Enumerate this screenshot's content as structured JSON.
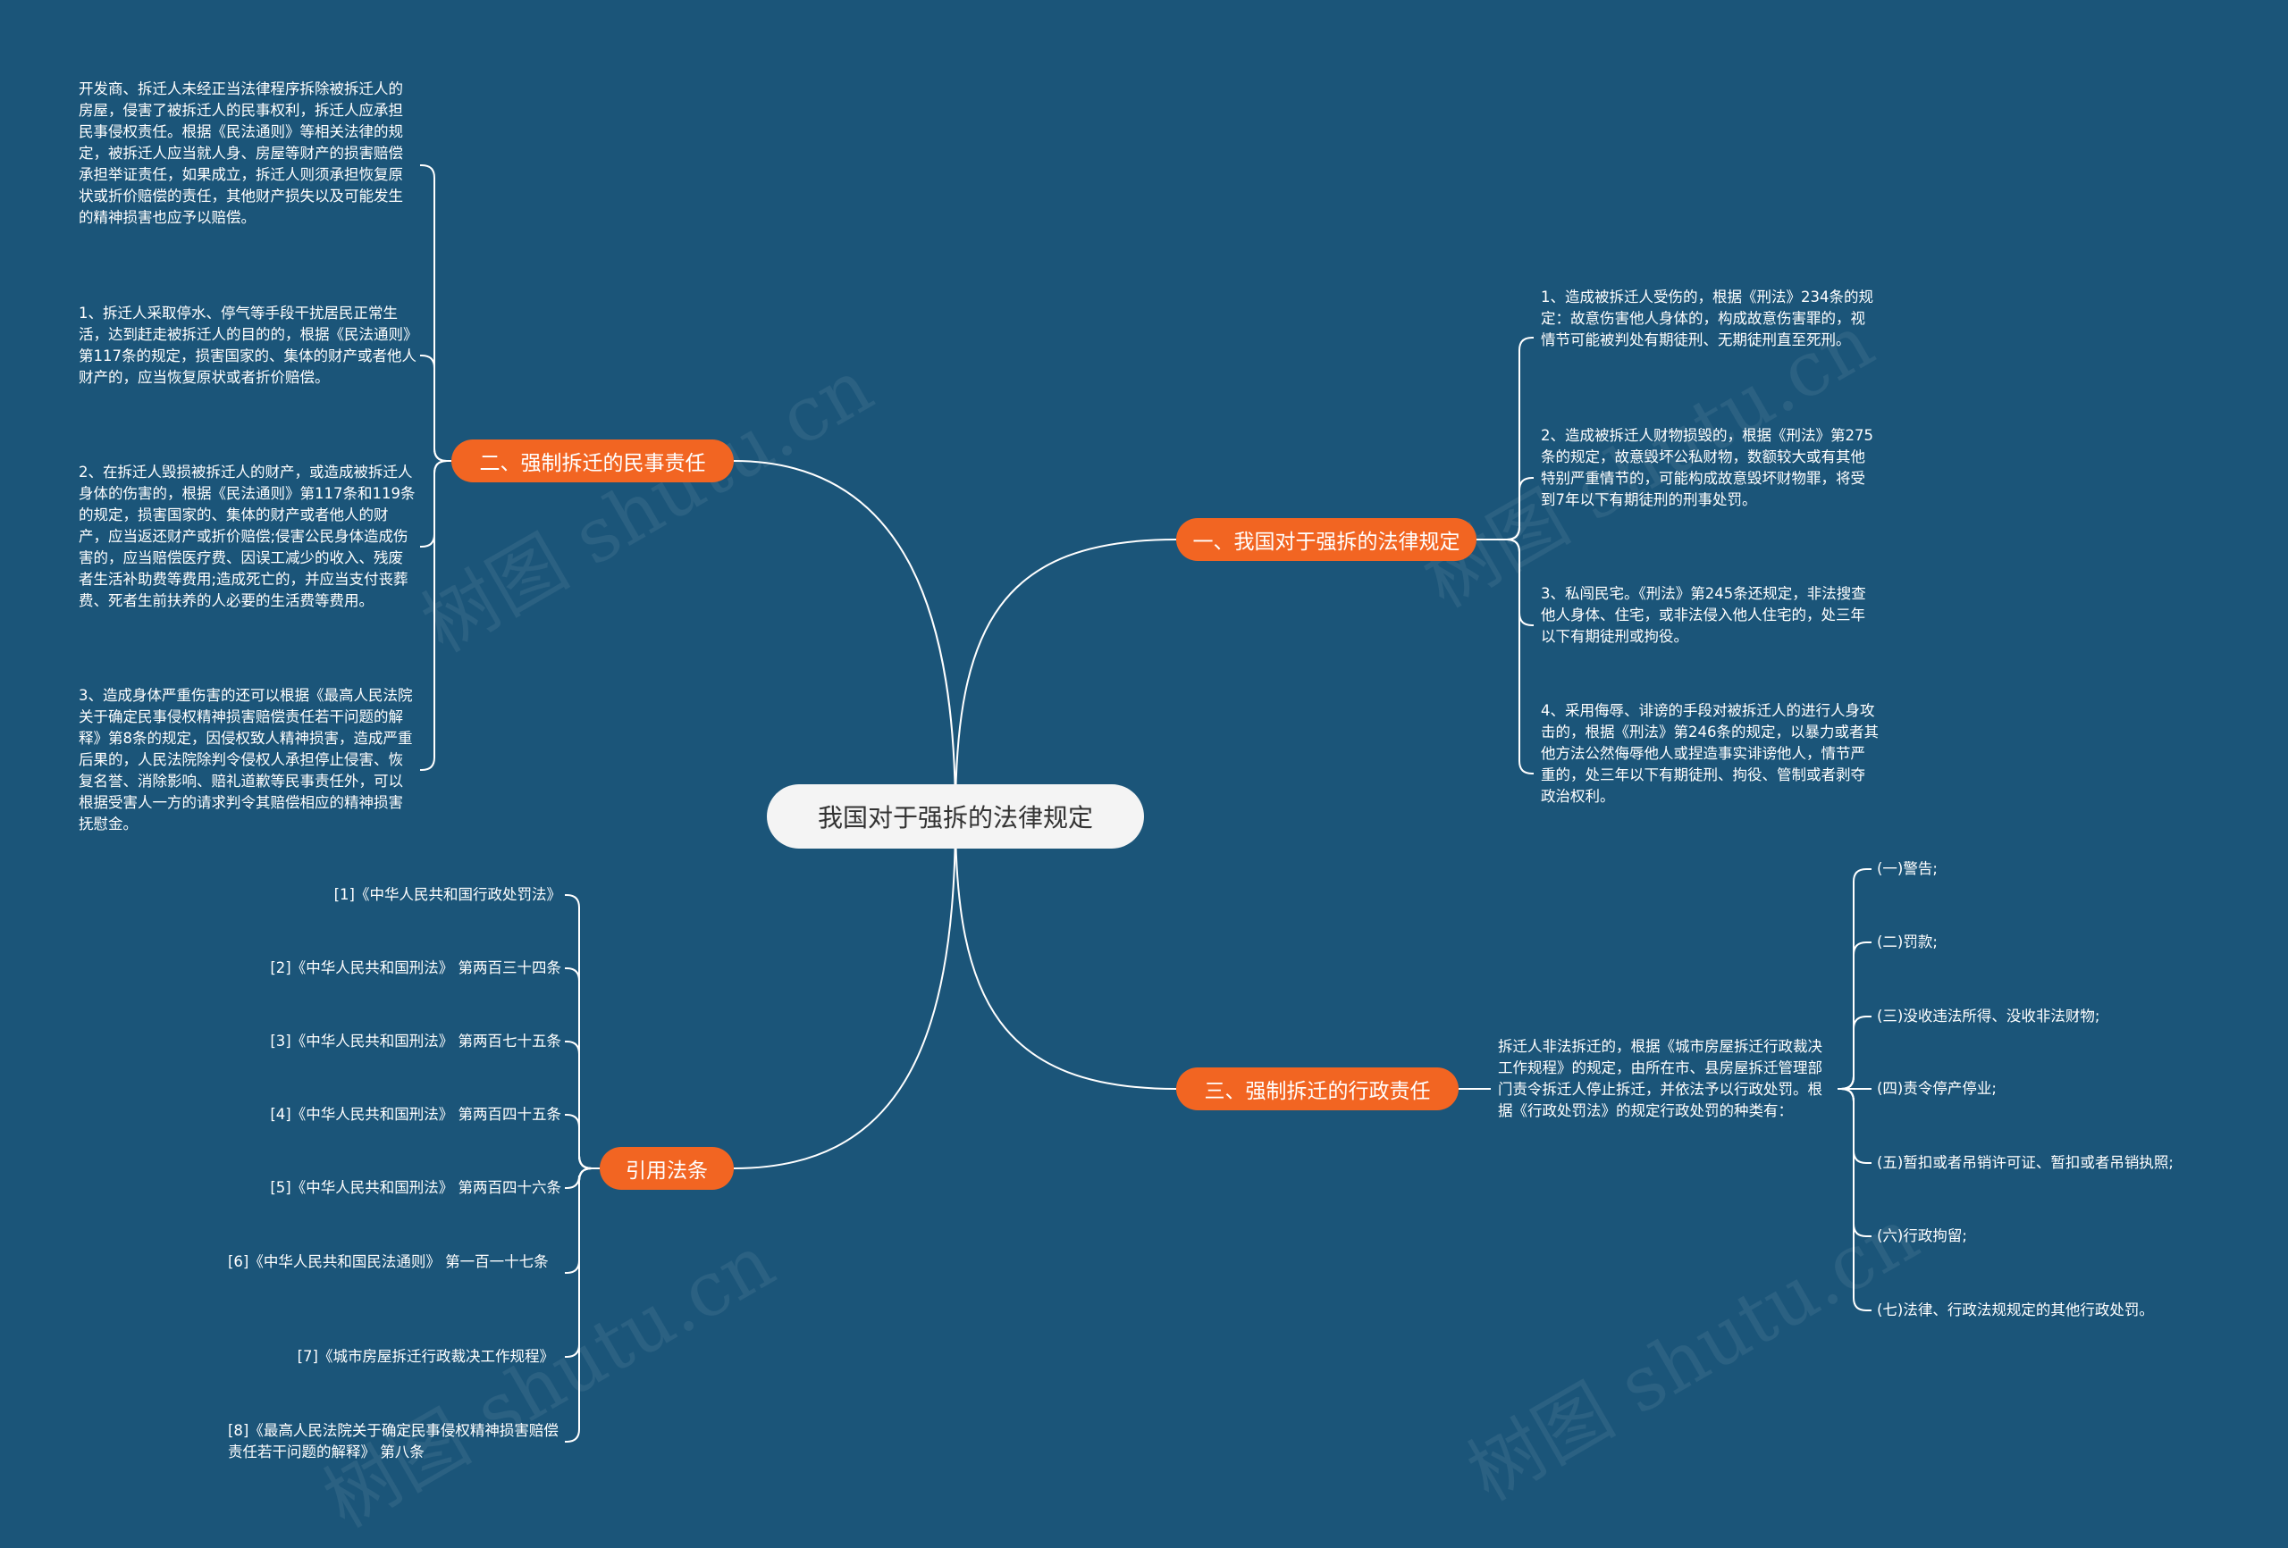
{
  "root": {
    "title": "我国对于强拆的法律规定"
  },
  "branches": {
    "legal": {
      "label": "一、我国对于强拆的法律规定",
      "items": [
        "1、造成被拆迁人受伤的，根据《刑法》234条的规定：故意伤害他人身体的，构成故意伤害罪的，视情节可能被判处有期徒刑、无期徒刑直至死刑。",
        "2、造成被拆迁人财物损毁的，根据《刑法》第275条的规定，故意毁坏公私财物，数额较大或有其他特别严重情节的，可能构成故意毁坏财物罪，将受到7年以下有期徒刑的刑事处罚。",
        "3、私闯民宅。《刑法》第245条还规定，非法搜查他人身体、住宅，或非法侵入他人住宅的，处三年以下有期徒刑或拘役。",
        "4、采用侮辱、诽谤的手段对被拆迁人的进行人身攻击的，根据《刑法》第246条的规定，以暴力或者其他方法公然侮辱他人或捏造事实诽谤他人，情节严重的，处三年以下有期徒刑、拘役、管制或者剥夺政治权利。"
      ]
    },
    "civil": {
      "label": "二、强制拆迁的民事责任",
      "items": [
        "开发商、拆迁人未经正当法律程序拆除被拆迁人的房屋，侵害了被拆迁人的民事权利，拆迁人应承担民事侵权责任。根据《民法通则》等相关法律的规定，被拆迁人应当就人身、房屋等财产的损害赔偿承担举证责任，如果成立，拆迁人则须承担恢复原状或折价赔偿的责任，其他财产损失以及可能发生的精神损害也应予以赔偿。",
        "1、拆迁人采取停水、停气等手段干扰居民正常生活，达到赶走被拆迁人的目的的，根据《民法通则》第117条的规定，损害国家的、集体的财产或者他人财产的，应当恢复原状或者折价赔偿。",
        "2、在拆迁人毁损被拆迁人的财产，或造成被拆迁人身体的伤害的，根据《民法通则》第117条和119条的规定，损害国家的、集体的财产或者他人的财产，应当返还财产或折价赔偿;侵害公民身体造成伤害的，应当赔偿医疗费、因误工减少的收入、残废者生活补助费等费用;造成死亡的，并应当支付丧葬费、死者生前扶养的人必要的生活费等费用。",
        "3、造成身体严重伤害的还可以根据《最高人民法院关于确定民事侵权精神损害赔偿责任若干问题的解释》第8条的规定，因侵权致人精神损害，造成严重后果的，人民法院除判令侵权人承担停止侵害、恢复名誉、消除影响、赔礼道歉等民事责任外，可以根据受害人一方的请求判令其赔偿相应的精神损害抚慰金。"
      ]
    },
    "admin": {
      "label": "三、强制拆迁的行政责任",
      "intro": "拆迁人非法拆迁的，根据《城市房屋拆迁行政裁决工作规程》的规定，由所在市、县房屋拆迁管理部门责令拆迁人停止拆迁，并依法予以行政处罚。根据《行政处罚法》的规定行政处罚的种类有：",
      "items": [
        "(一)警告;",
        "(二)罚款;",
        "(三)没收违法所得、没收非法财物;",
        "(四)责令停产停业;",
        "(五)暂扣或者吊销许可证、暂扣或者吊销执照;",
        "(六)行政拘留;",
        "(七)法律、行政法规规定的其他行政处罚。"
      ]
    },
    "refs": {
      "label": "引用法条",
      "items": [
        "[1]《中华人民共和国行政处罚法》",
        "[2]《中华人民共和国刑法》 第两百三十四条",
        "[3]《中华人民共和国刑法》 第两百七十五条",
        "[4]《中华人民共和国刑法》 第两百四十五条",
        "[5]《中华人民共和国刑法》 第两百四十六条",
        "[6]《中华人民共和国民法通则》 第一百一十七条",
        "[7]《城市房屋拆迁行政裁决工作规程》",
        "[8]《最高人民法院关于确定民事侵权精神损害赔偿责任若干问题的解释》 第八条"
      ]
    }
  },
  "watermark": "树图 shutu.cn",
  "colors": {
    "background": "#1b5579",
    "branch": "#f26522",
    "root": "#f4f4f4",
    "line": "#ffffff"
  }
}
